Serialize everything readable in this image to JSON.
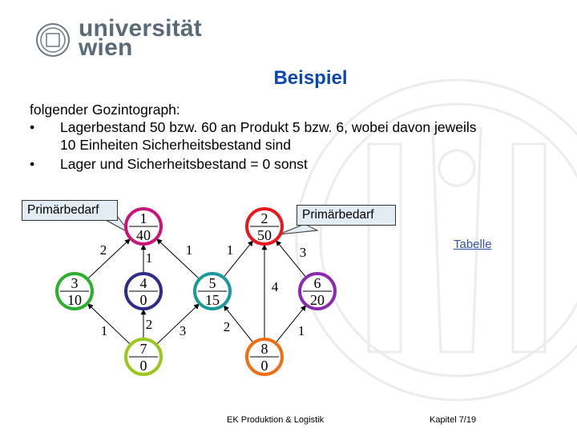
{
  "logo": {
    "line1": "universität",
    "line2": "wien"
  },
  "title": "Beispiel",
  "intro": "folgender Gozintograph:",
  "bullets": [
    {
      "symbol": "•",
      "line1": "Lagerbestand 50 bzw. 60 an Produkt 5 bzw. 6, wobei davon jeweils",
      "line2": "10 Einheiten Sicherheitsbestand sind"
    },
    {
      "symbol": "•",
      "line1": "Lager und Sicherheitsbestand = 0 sonst"
    }
  ],
  "callouts": {
    "left": "Primärbedarf",
    "right": "Primärbedarf"
  },
  "link": "Tabelle",
  "graph": {
    "nodes": [
      {
        "id": "1",
        "value": "40",
        "color": "#c8157a"
      },
      {
        "id": "2",
        "value": "50",
        "color": "#e8181e"
      },
      {
        "id": "3",
        "value": "10",
        "color": "#2cb02c"
      },
      {
        "id": "4",
        "value": "0",
        "color": "#2e2e8a"
      },
      {
        "id": "5",
        "value": "15",
        "color": "#1a9a9a"
      },
      {
        "id": "6",
        "value": "20",
        "color": "#8a2ab0"
      },
      {
        "id": "7",
        "value": "0",
        "color": "#9ac81e"
      },
      {
        "id": "8",
        "value": "0",
        "color": "#f07010"
      }
    ],
    "edge_labels": [
      {
        "from": "3",
        "to": "1",
        "label": "2"
      },
      {
        "from": "4",
        "to": "1",
        "label": "1"
      },
      {
        "from": "5",
        "to": "1",
        "label": "1"
      },
      {
        "from": "5",
        "to": "2",
        "label": "1"
      },
      {
        "from": "6",
        "to": "2",
        "label": "3"
      },
      {
        "from": "8",
        "to": "2",
        "label": "4"
      },
      {
        "from": "7",
        "to": "3",
        "label": "1"
      },
      {
        "from": "7",
        "to": "4",
        "label": "2"
      },
      {
        "from": "7",
        "to": "5",
        "label": "3"
      },
      {
        "from": "8",
        "to": "5",
        "label": "2"
      },
      {
        "from": "8",
        "to": "6",
        "label": "1"
      }
    ]
  },
  "footer": {
    "center": "EK Produktion & Logistik",
    "right": "Kapitel 7/19"
  }
}
